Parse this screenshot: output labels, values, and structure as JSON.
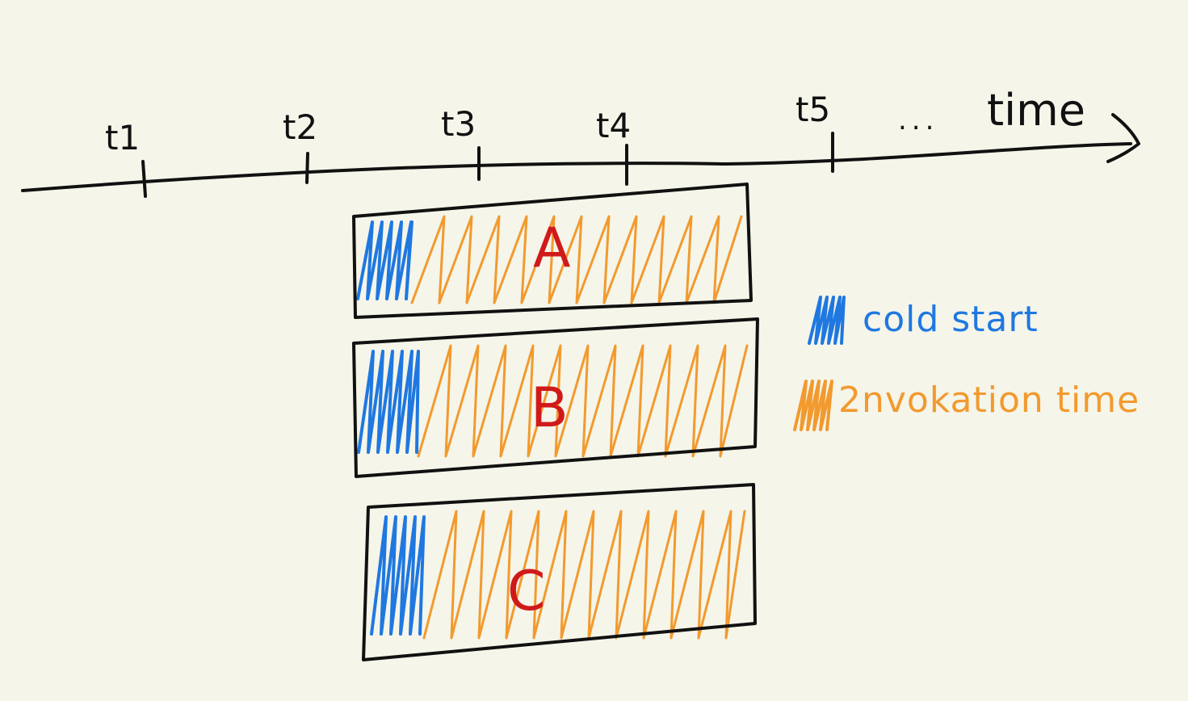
{
  "colors": {
    "background": "#f5f5ea",
    "ink": "#111111",
    "cold_start": "#1f78e0",
    "invocation": "#f29a2e",
    "bar_label": "#d01a1a"
  },
  "axis": {
    "ticks": [
      "t1",
      "t2",
      "t3",
      "t4",
      "t5"
    ],
    "ellipsis": "...",
    "label": "time"
  },
  "bars": [
    {
      "label": "A"
    },
    {
      "label": "B"
    },
    {
      "label": "C"
    }
  ],
  "legend": {
    "cold_start": "cold start",
    "invocation": "2nvokation time"
  }
}
